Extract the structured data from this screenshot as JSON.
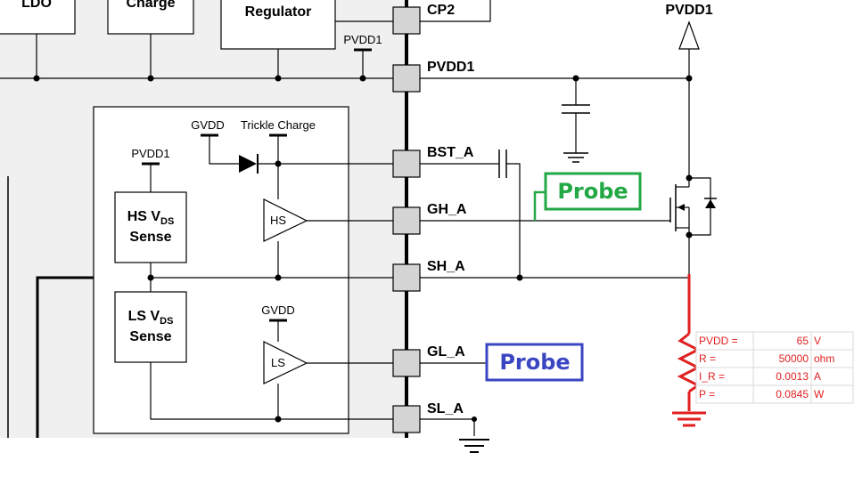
{
  "blocks": {
    "ldo": "LDO",
    "charge": "Charge",
    "regulator": "Regulator",
    "hs_sense_line1": "HS V",
    "hs_sense_sub": "DS",
    "hs_sense_line2": "Sense",
    "ls_sense_line1": "LS V",
    "ls_sense_sub": "DS",
    "ls_sense_line2": "Sense",
    "hs_amp": "HS",
    "ls_amp": "LS"
  },
  "pins": {
    "cp2": "CP2",
    "pvdd1": "PVDD1",
    "bst_a": "BST_A",
    "gh_a": "GH_A",
    "sh_a": "SH_A",
    "gl_a": "GL_A",
    "sl_a": "SL_A"
  },
  "rails": {
    "pvdd1_top": "PVDD1",
    "pvdd1_inner": "PVDD1",
    "pvdd1_hs": "PVDD1",
    "gvdd_trickle": "GVDD",
    "trickle_charge": "Trickle Charge",
    "gvdd_ls": "GVDD"
  },
  "probes": {
    "green_label": "Probe",
    "green_color": "#22a845",
    "blue_label": "Probe",
    "blue_color": "#3b46c2"
  },
  "calc_table": {
    "color": "#e02020",
    "rows": [
      {
        "name": "PVDD =",
        "value": "65",
        "unit": "V"
      },
      {
        "name": "R =",
        "value": "50000",
        "unit": "ohm"
      },
      {
        "name": "I_R =",
        "value": "0.0013",
        "unit": "A"
      },
      {
        "name": "P =",
        "value": "0.0845",
        "unit": "W"
      }
    ]
  },
  "colors": {
    "resistor": "#e02020",
    "chip_background": "#f0f0f0",
    "pin_fill": "#d4d4d4"
  }
}
